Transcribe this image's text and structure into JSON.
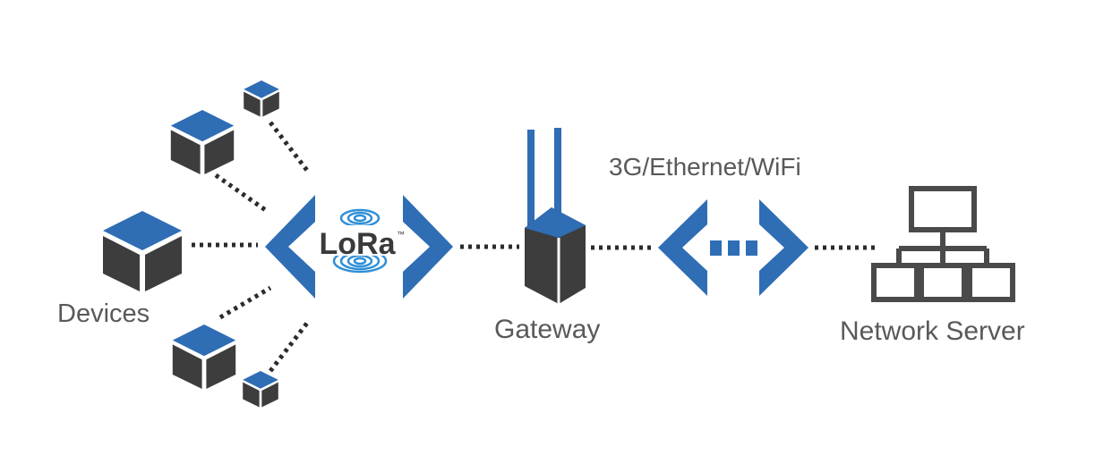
{
  "labels": {
    "devices": "Devices",
    "gateway": "Gateway",
    "network_server": "Network Server",
    "backhaul": "3G/Ethernet/WiFi",
    "lora_logo": "LoRa",
    "lora_trademark": "™"
  },
  "nodes": [
    {
      "name": "Devices",
      "icon": "cube-icon",
      "count": 5
    },
    {
      "name": "Gateway",
      "icon": "gateway-icon"
    },
    {
      "name": "Network Server",
      "icon": "network-server-icon"
    }
  ],
  "links": [
    {
      "from": "Devices",
      "to": "Gateway",
      "protocol": "LoRa"
    },
    {
      "from": "Gateway",
      "to": "Network Server",
      "protocol": "3G/Ethernet/WiFi"
    }
  ],
  "colors": {
    "accent_blue": "#2f6db5",
    "cube_dark": "#3d3d3d",
    "dots": "#2b2b2b",
    "label_gray": "#595959"
  }
}
